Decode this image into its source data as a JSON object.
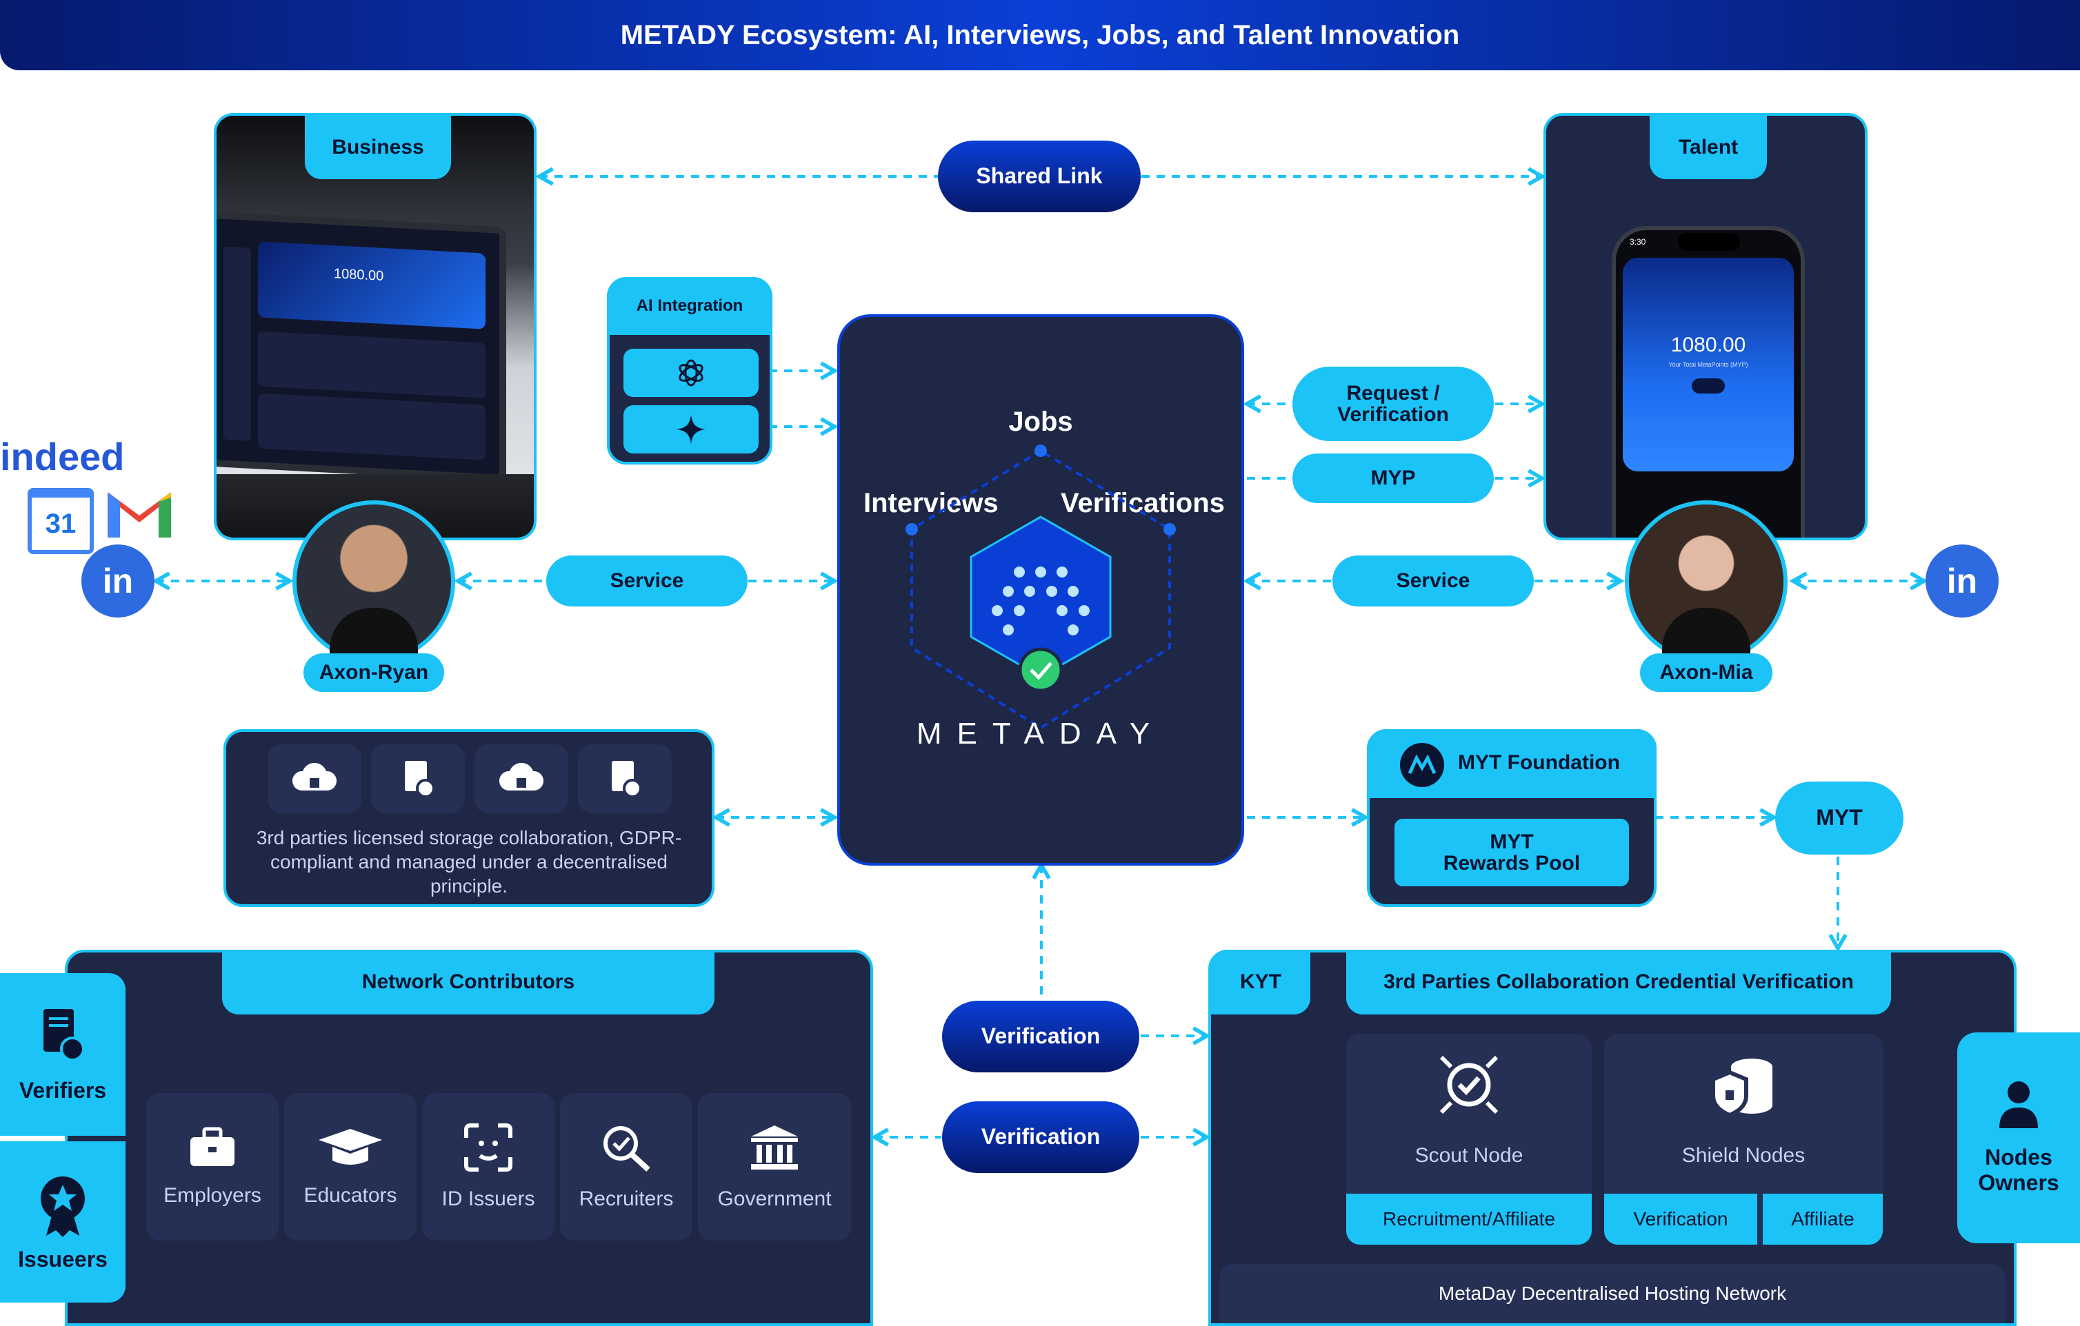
{
  "header": {
    "title": "METADY Ecosystem: AI, Interviews, Jobs, and Talent Innovation"
  },
  "business": {
    "tab": "Business",
    "screen_amount": "1080.00"
  },
  "talent": {
    "tab": "Talent",
    "phone_time": "3:30",
    "screen_amount": "1080.00",
    "screen_subtitle": "Your Total MetaPoints (MYP)"
  },
  "shared_link": "Shared Link",
  "ai": {
    "title": "AI Integration"
  },
  "core": {
    "jobs": "Jobs",
    "interviews": "Interviews",
    "verifications": "Verifications",
    "brand": "METADAY"
  },
  "request": {
    "line1": "Request /",
    "line2": "Verification"
  },
  "myp": "MYP",
  "service_left": "Service",
  "service_right": "Service",
  "ryan": "Axon-Ryan",
  "mia": "Axon-Mia",
  "storage": {
    "text": "3rd parties licensed storage collaboration, GDPR-compliant and managed under a decentralised principle."
  },
  "foundation": {
    "title": "MYT Foundation",
    "pool_line1": "MYT",
    "pool_line2": "Rewards Pool"
  },
  "myt": "MYT",
  "network": {
    "title": "Network Contributors",
    "items": [
      {
        "label": "Employers",
        "icon": "briefcase-icon"
      },
      {
        "label": "Educators",
        "icon": "graduation-cap-icon"
      },
      {
        "label": "ID Issuers",
        "icon": "face-id-icon"
      },
      {
        "label": "Recruiters",
        "icon": "magnify-check-icon"
      },
      {
        "label": "Government",
        "icon": "bank-icon"
      }
    ]
  },
  "verifiers": "Verifiers",
  "issuers": "Issueers",
  "verification_1": "Verification",
  "verification_2": "Verification",
  "kyt": "KYT",
  "collab": {
    "title": "3rd Parties Collaboration Credential Verification",
    "scout": "Scout Node",
    "shield": "Shield Nodes",
    "recruit": "Recruitment/Affiliate",
    "verif": "Verification",
    "affiliate": "Affiliate",
    "hosting": "MetaDay Decentralised Hosting Network"
  },
  "nodes_owners": {
    "line1": "Nodes",
    "line2": "Owners"
  },
  "logos": {
    "indeed": "indeed",
    "calendar": "31",
    "linkedin": "in"
  },
  "colors": {
    "navy": "#1e2746",
    "cyan": "#1cc3f7",
    "blue": "#0a3fd6"
  }
}
